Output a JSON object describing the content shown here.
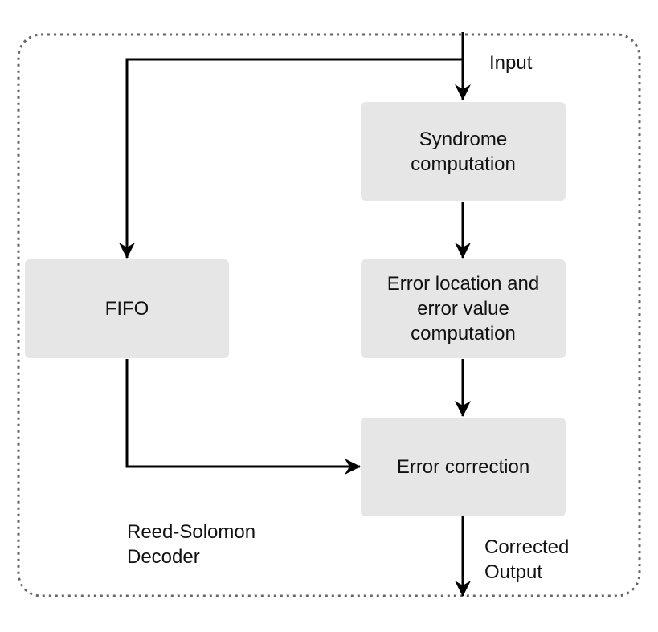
{
  "title": "",
  "input_label": "Input",
  "output_label": [
    "Corrected",
    "Output"
  ],
  "container_label": [
    "Reed-Solomon",
    "Decoder"
  ],
  "blocks": {
    "syndrome": [
      "Syndrome",
      "computation"
    ],
    "error_location": [
      "Error location and",
      "error value",
      "computation"
    ],
    "error_correction": [
      "Error correction"
    ],
    "fifo": [
      "FIFO"
    ]
  },
  "colors": {
    "block_fill": "#e6e6e6",
    "line": "#000000",
    "container_border": "#666666"
  }
}
